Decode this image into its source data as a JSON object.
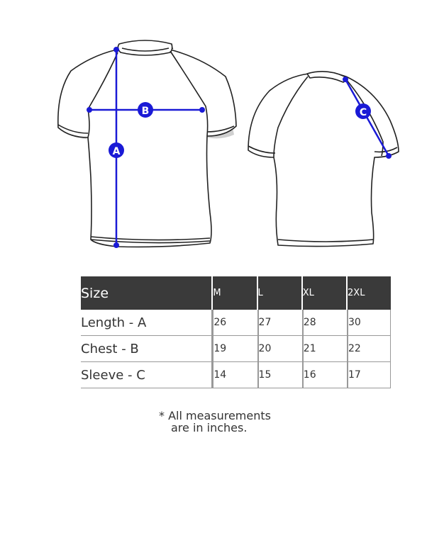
{
  "diagram": {
    "markers": {
      "a": "A",
      "b": "B",
      "c": "C"
    },
    "colors": {
      "marker": "#1a1ad6",
      "outline": "#222222",
      "cuff": "#d8d8d8"
    }
  },
  "table": {
    "header_label": "Size",
    "sizes": [
      "M",
      "L",
      "XL",
      "2XL"
    ],
    "rows": [
      {
        "label": "Length - A",
        "values": [
          "26",
          "27",
          "28",
          "30"
        ]
      },
      {
        "label": "Chest - B",
        "values": [
          "19",
          "20",
          "21",
          "22"
        ]
      },
      {
        "label": "Sleeve - C",
        "values": [
          "14",
          "15",
          "16",
          "17"
        ]
      }
    ],
    "header_bg": "#3a3a3a"
  },
  "note": {
    "line1": "* All measurements",
    "line2": "are in inches."
  }
}
